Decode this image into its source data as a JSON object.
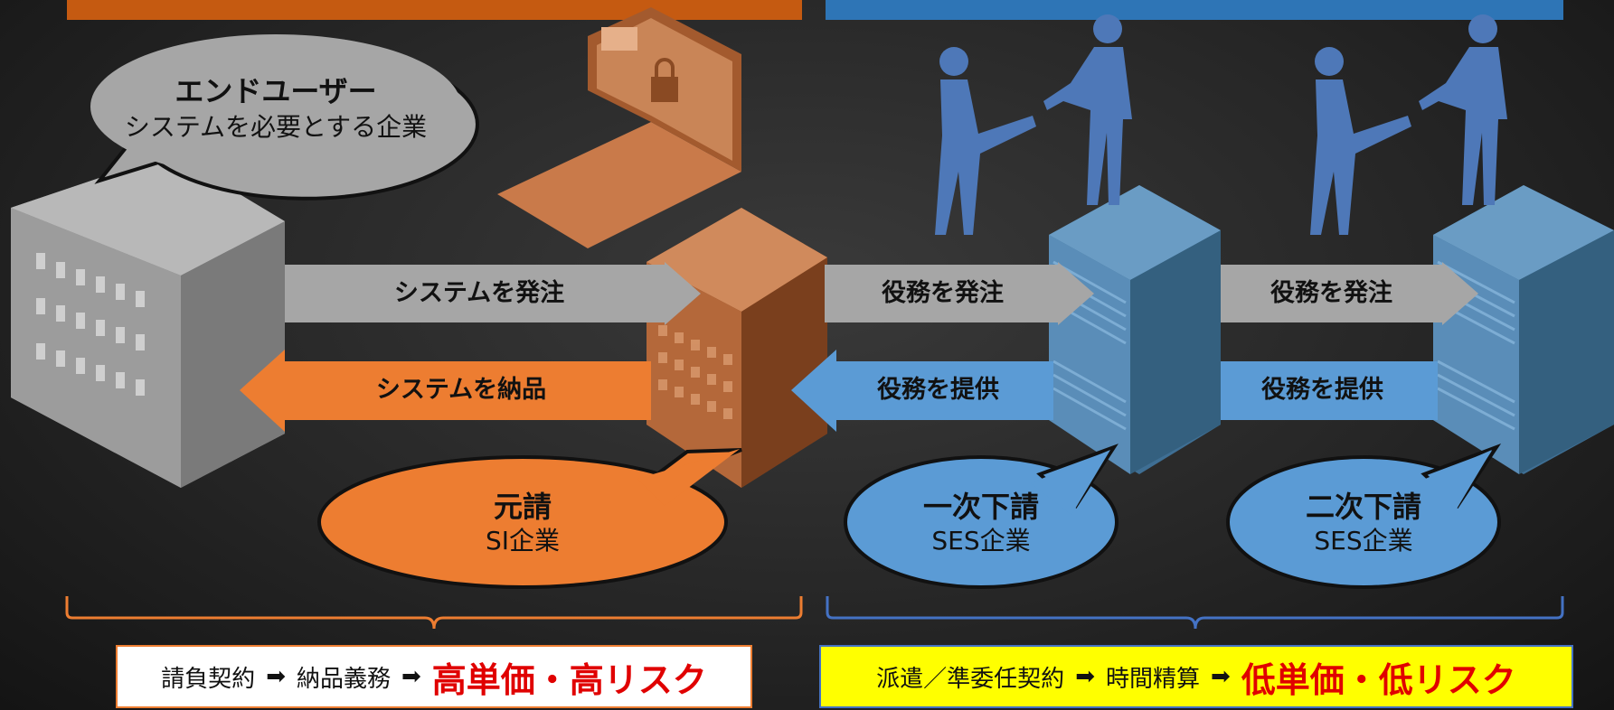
{
  "colors": {
    "orange": "#ed7d31",
    "orange_dark": "#c55a11",
    "blue": "#2e75b6",
    "blue_light": "#5b9bd5",
    "gray_arrow": "#a6a6a6",
    "risk_red": "#e00000",
    "yellow": "#ffff00"
  },
  "bubbles": {
    "end_user": {
      "title": "エンドユーザー",
      "subtitle": "システムを必要とする企業"
    },
    "prime": {
      "title": "元請",
      "subtitle": "SI企業"
    },
    "first_sub": {
      "title": "一次下請",
      "subtitle": "SES企業"
    },
    "second_sub": {
      "title": "二次下請",
      "subtitle": "SES企業"
    }
  },
  "arrows": {
    "order_system": "システムを発注",
    "deliver_system": "システムを納品",
    "order_service_1": "役務を発注",
    "provide_service_1": "役務を提供",
    "order_service_2": "役務を発注",
    "provide_service_2": "役務を提供"
  },
  "bottom_left": {
    "contract": "請負契約",
    "arrow1": "➡",
    "obligation": "納品義務",
    "arrow2": "➡",
    "result": "高単価・高リスク"
  },
  "bottom_right": {
    "contract": "派遣／準委任契約",
    "arrow1": "➡",
    "obligation": "時間精算",
    "arrow2": "➡",
    "result": "低単価・低リスク"
  }
}
